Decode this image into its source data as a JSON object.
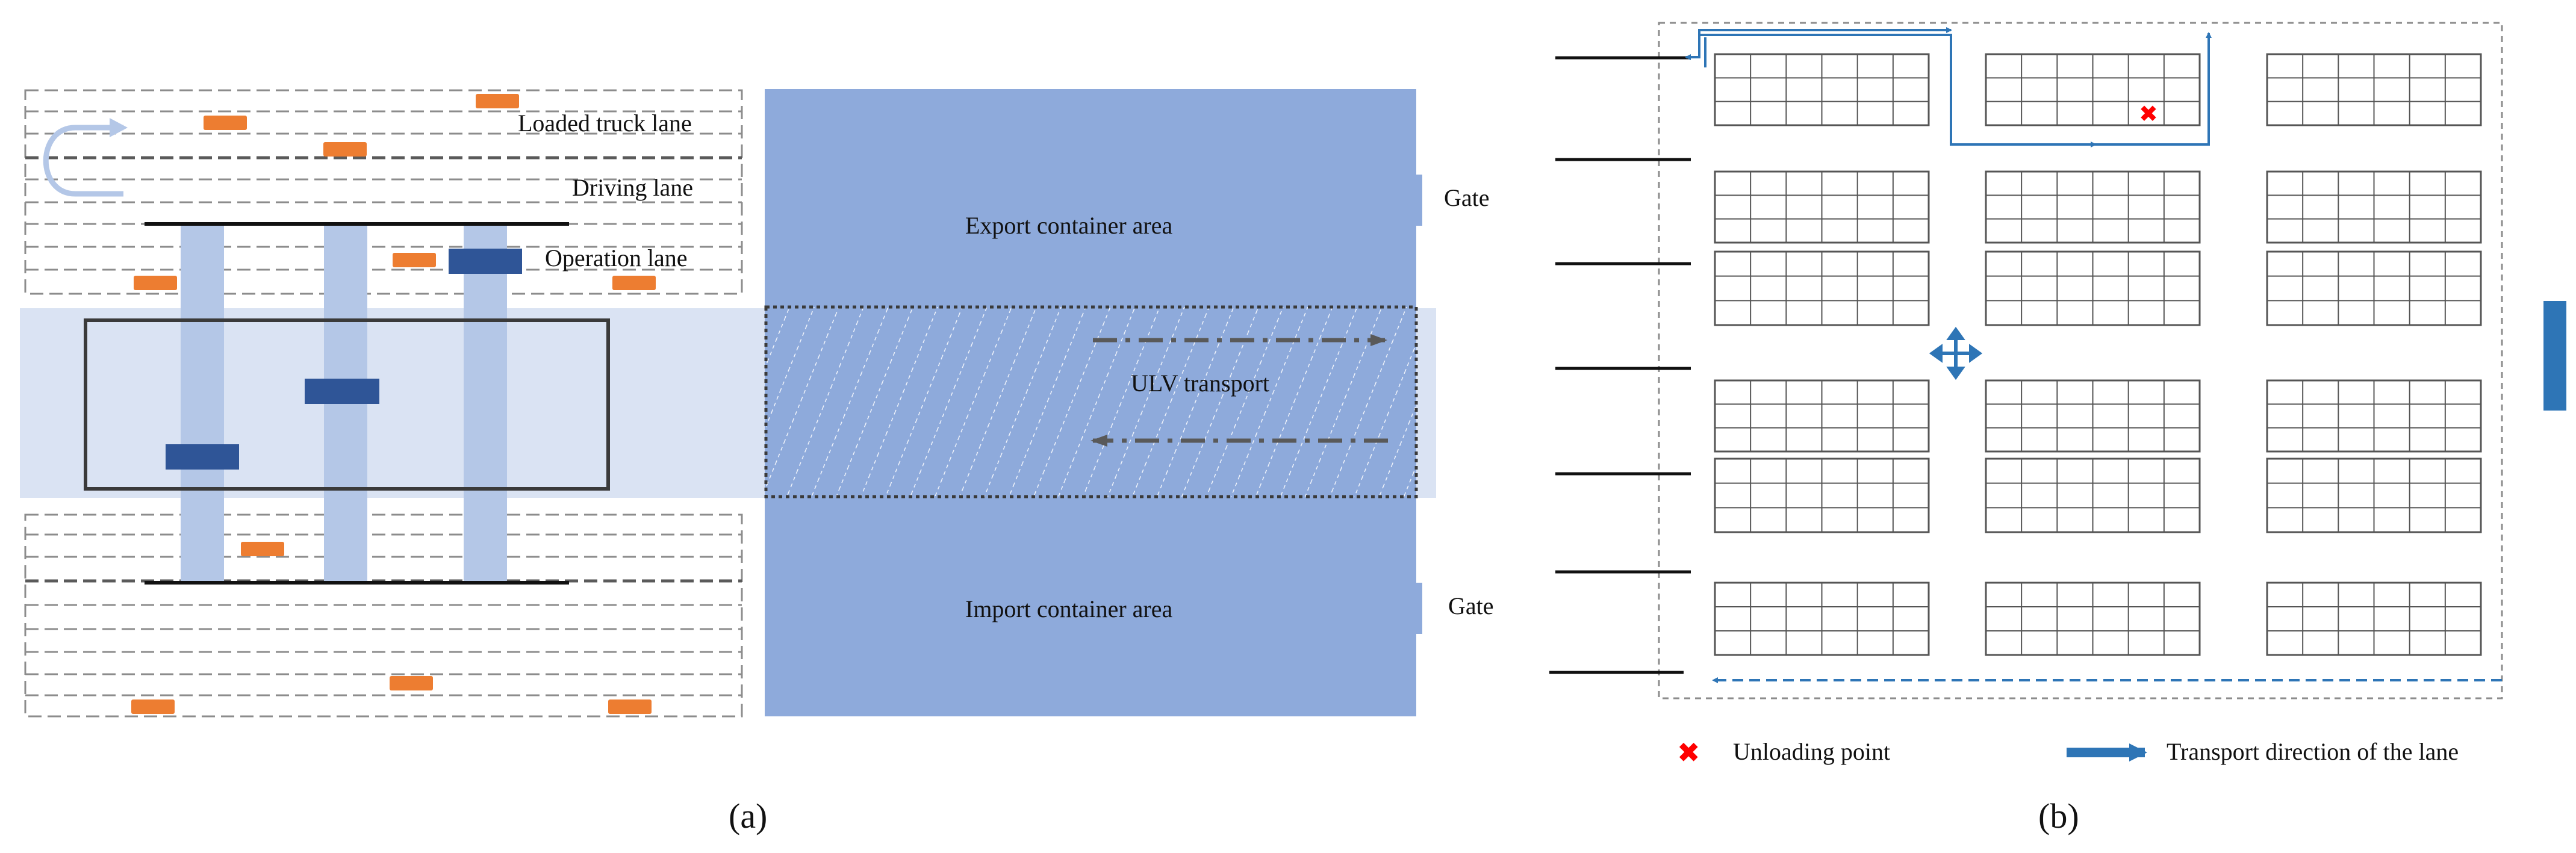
{
  "panel_a": {
    "caption": "(a)",
    "labels": {
      "loaded_truck_lane": "Loaded truck lane",
      "driving_lane": "Driving lane",
      "operation_lane": "Operation lane",
      "export_area": "Export container area",
      "import_area": "Import container area",
      "ulv_transport": "ULV transport",
      "gate_top": "Gate",
      "gate_bottom": "Gate"
    }
  },
  "panel_b": {
    "caption": "(b)",
    "legend": {
      "unloading_point": "Unloading point",
      "transport_direction": "Transport direction of the lane"
    }
  },
  "colors": {
    "yard_blue": "#8eaadb",
    "light_band": "#dae3f3",
    "crane_leg": "#b4c7e7",
    "vehicle_dark": "#2f5597",
    "truck_orange": "#ed7d31",
    "arrow_blue": "#2e75b6",
    "unload_red": "#ff0000"
  }
}
